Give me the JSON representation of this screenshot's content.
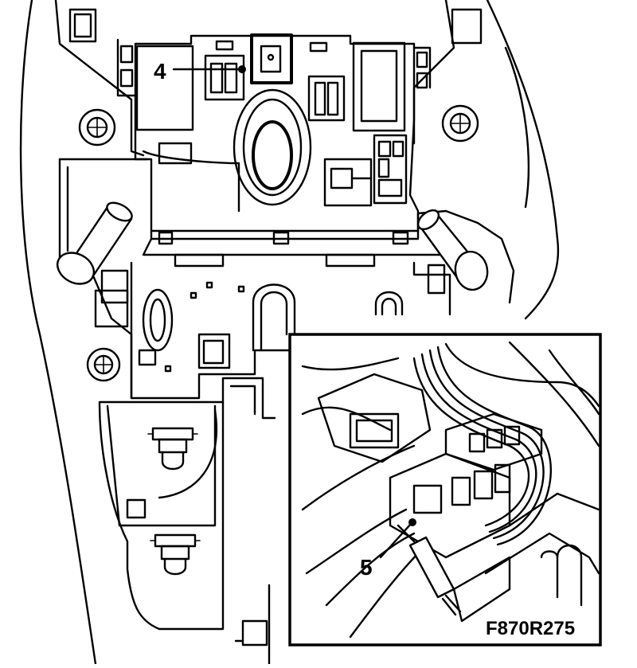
{
  "figure": {
    "callouts": [
      {
        "id": "4",
        "label": "4"
      },
      {
        "id": "5",
        "label": "5"
      }
    ],
    "reference_code": "F870R275"
  },
  "colors": {
    "line": "#000000",
    "background": "#ffffff"
  }
}
